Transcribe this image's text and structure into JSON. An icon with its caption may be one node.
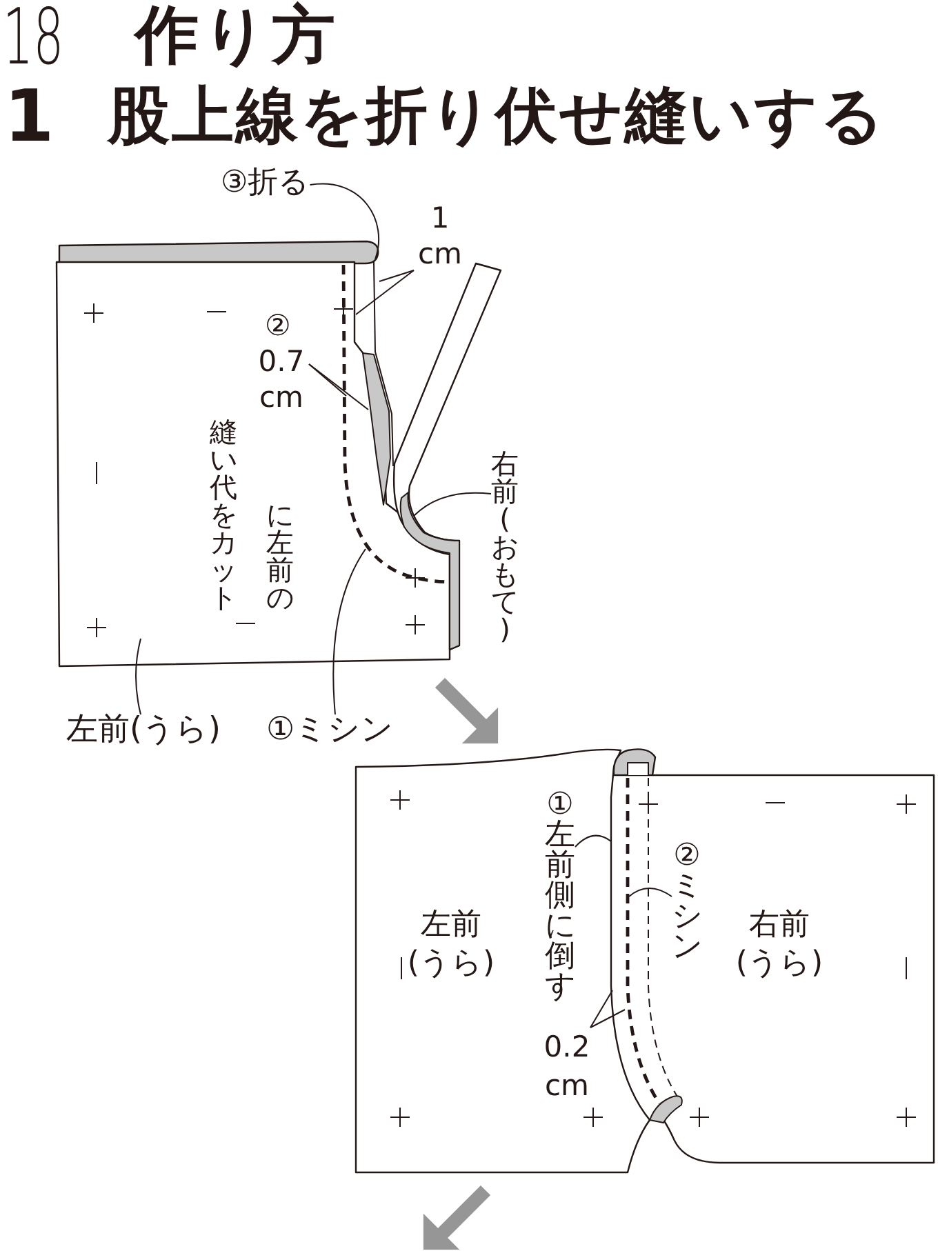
{
  "diagram": {
    "title": "作り方",
    "nodes": [
      {
        "text": [
          "③折る"
        ]
      },
      {
        "text": [
          "1 cm"
        ]
      },
      {
        "text": [
          "②",
          "0.7 cm",
          "に左前の縫い代をカット"
        ]
      },
      {
        "text": [
          "右前(おもて)"
        ]
      },
      {
        "text": [
          "左前(うら)"
        ]
      },
      {
        "text": [
          "①ミシン"
        ]
      },
      {
        "text": [
          "①左前側に倒す"
        ]
      },
      {
        "text": [
          "②ミシン"
        ]
      },
      {
        "text": [
          "0.2 cm"
        ]
      }
    ],
    "edges": [
      {
        "from": 0,
        "to": null,
        "arrow": "none"
      },
      {
        "from": 1,
        "to": null,
        "arrow": "none"
      },
      {
        "from": 1,
        "to": null,
        "arrow": "none"
      },
      {
        "from": 2,
        "to": null,
        "arrow": "none"
      },
      {
        "from": 2,
        "to": null,
        "arrow": "none"
      },
      {
        "from": 3,
        "to": null,
        "arrow": "none"
      },
      {
        "from": 4,
        "to": null,
        "arrow": "none"
      },
      {
        "from": 5,
        "to": null,
        "arrow": "none"
      },
      {
        "from": 6,
        "to": null,
        "arrow": "none"
      },
      {
        "from": 7,
        "to": null,
        "arrow": "none"
      },
      {
        "from": 8,
        "to": null,
        "arrow": "none"
      },
      {
        "from": 8,
        "to": null,
        "arrow": "none"
      }
    ],
    "labels": [
      "18",
      "1",
      "股上線を折り伏せ縫いする",
      "左前(うら)",
      "右前(うら)"
    ]
  }
}
